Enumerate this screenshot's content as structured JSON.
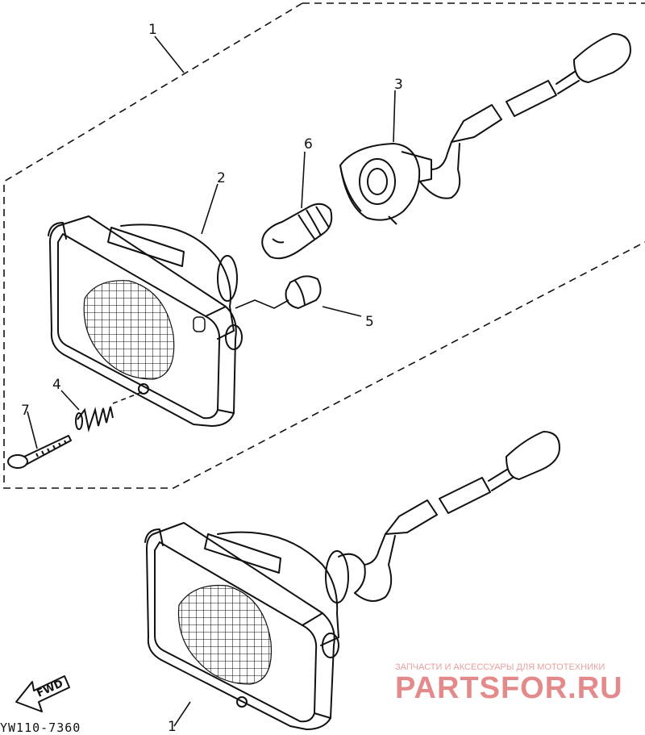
{
  "callouts": [
    "1",
    "2",
    "3",
    "4",
    "5",
    "6",
    "7",
    "1"
  ],
  "forward_arrow_label": "FWD",
  "diagram_code": "YW110-7360",
  "watermark": {
    "tagline": "ЗАПЧАСТИ И АКСЕССУАРЫ ДЛЯ МОТОТЕХНИКИ",
    "brand": "PARTSFOR.RU"
  },
  "colors": {
    "ink": "#111111",
    "watermark": "#e58a8a"
  }
}
